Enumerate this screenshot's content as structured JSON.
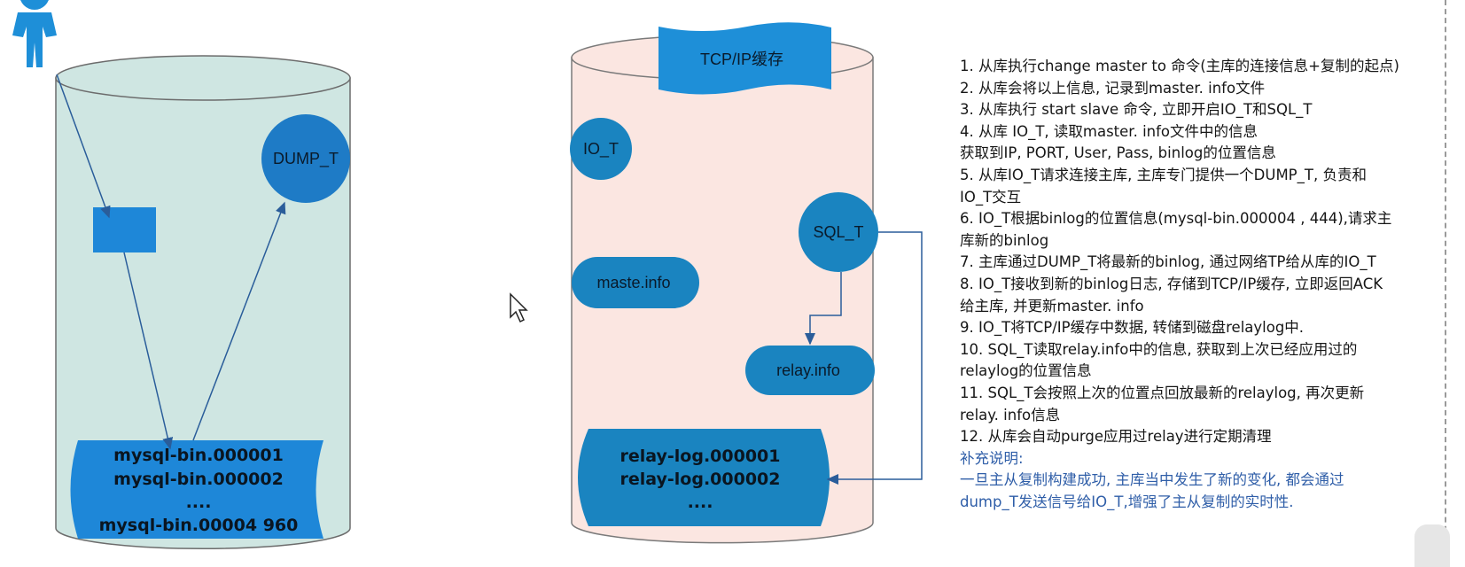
{
  "master": {
    "dump_thread": "DUMP_T",
    "binlog_files": [
      "mysql-bin.000001",
      "mysql-bin.000002",
      "....",
      "mysql-bin.00004  960"
    ]
  },
  "slave": {
    "tcp_cache": "TCP/IP缓存",
    "io_thread": "IO_T",
    "sql_thread": "SQL_T",
    "master_info": "maste.info",
    "relay_info": "relay.info",
    "relay_logs": [
      "relay-log.000001",
      "relay-log.000002",
      "...."
    ]
  },
  "steps": [
    "1. 从库执行change master to 命令(主库的连接信息+复制的起点)",
    "2. 从库会将以上信息, 记录到master. info文件",
    "3. 从库执行  start  slave  命令, 立即开启IO_T和SQL_T",
    "4.   从库  IO_T, 读取master. info文件中的信息",
    "获取到IP, PORT, User, Pass, binlog的位置信息",
    "5.   从库IO_T请求连接主库, 主库专门提供一个DUMP_T, 负责和",
    "IO_T交互",
    "6.   IO_T根据binlog的位置信息(mysql-bin.000004 , 444),请求主",
    "库新的binlog",
    "7. 主库通过DUMP_T将最新的binlog, 通过网络TP给从库的IO_T",
    "8.   IO_T接收到新的binlog日志, 存储到TCP/IP缓存, 立即返回ACK",
    "给主库, 并更新master. info",
    "9. IO_T将TCP/IP缓存中数据, 转储到磁盘relaylog中.",
    "10.   SQL_T读取relay.info中的信息, 获取到上次已经应用过的",
    "relaylog的位置信息",
    "11.   SQL_T会按照上次的位置点回放最新的relaylog, 再次更新",
    "relay. info信息",
    "12.   从库会自动purge应用过relay进行定期清理"
  ],
  "supplement": {
    "title": "补充说明:",
    "lines": [
      "一旦主从复制构建成功, 主库当中发生了新的变化, 都会通过",
      "dump_T发送信号给IO_T,增强了主从复制的实时性."
    ]
  },
  "colors": {
    "master_cylinder": "#cfe6e2",
    "slave_cylinder": "#fbe6e1",
    "node_blue": "#1e7bc6",
    "slave_node_blue": "#1a84c0",
    "arrow": "#2a5d9a",
    "note_text": "#2f5ea8"
  },
  "icons": [
    "user-icon",
    "mouse-cursor-icon"
  ]
}
